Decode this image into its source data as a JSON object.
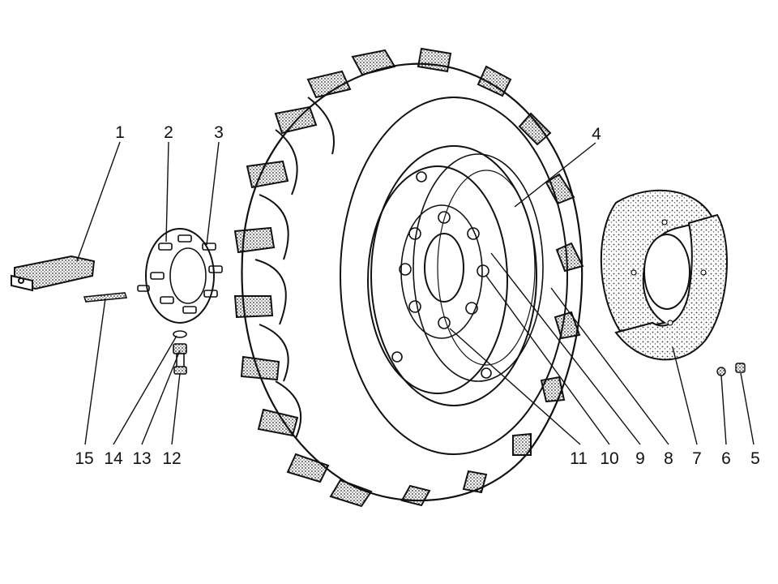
{
  "diagram": {
    "colors": {
      "ink": "#111111",
      "paper": "#ffffff",
      "stipple": "#bdbdbd"
    },
    "callouts": [
      {
        "id": "c1",
        "label": "1"
      },
      {
        "id": "c2",
        "label": "2"
      },
      {
        "id": "c3",
        "label": "3"
      },
      {
        "id": "c4",
        "label": "4"
      },
      {
        "id": "c5",
        "label": "5"
      },
      {
        "id": "c6",
        "label": "6"
      },
      {
        "id": "c7",
        "label": "7"
      },
      {
        "id": "c8",
        "label": "8"
      },
      {
        "id": "c9",
        "label": "9"
      },
      {
        "id": "c10",
        "label": "10"
      },
      {
        "id": "c11",
        "label": "11"
      },
      {
        "id": "c12",
        "label": "12"
      },
      {
        "id": "c13",
        "label": "13"
      },
      {
        "id": "c14",
        "label": "14"
      },
      {
        "id": "c15",
        "label": "15"
      }
    ]
  }
}
